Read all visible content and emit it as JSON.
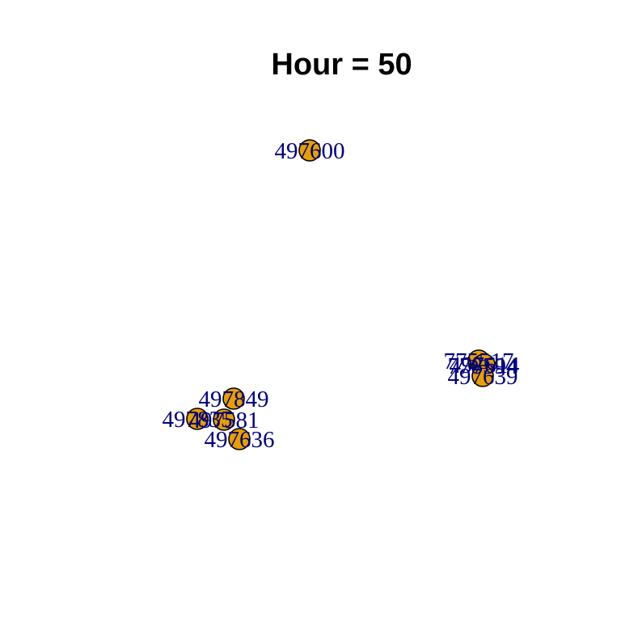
{
  "title": "Hour = 50",
  "colors": {
    "node_fill": "#E69F00",
    "label_color": "#00007F",
    "background": "#FFFFFF"
  },
  "nodes": [
    {
      "id": "497600"
    },
    {
      "id": "497849"
    },
    {
      "id": "497835"
    },
    {
      "id": "497581"
    },
    {
      "id": "497636"
    },
    {
      "id": "775517"
    },
    {
      "id": "778594"
    },
    {
      "id": "497614"
    },
    {
      "id": "497639"
    }
  ]
}
